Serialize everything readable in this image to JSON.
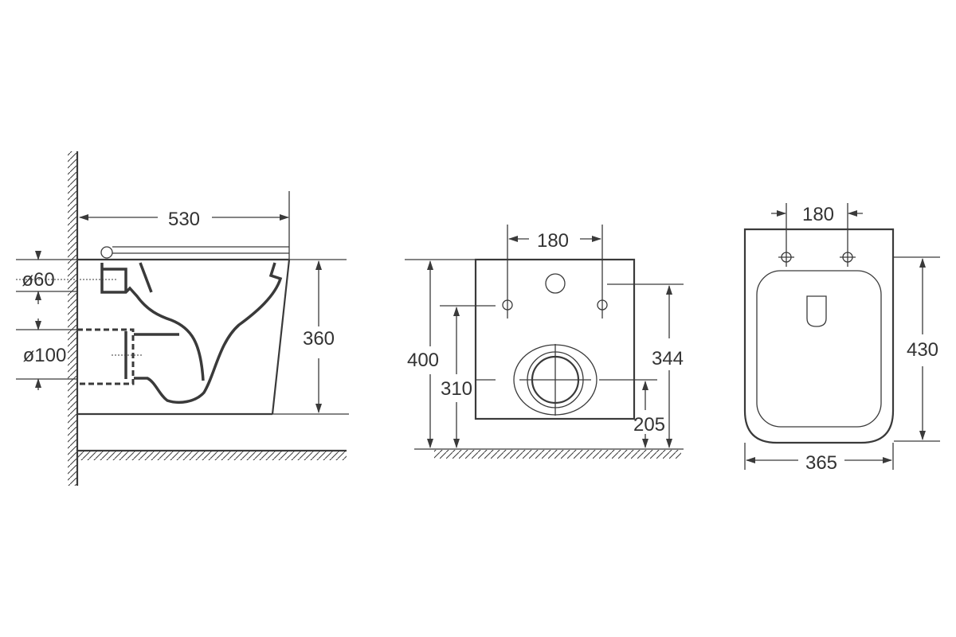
{
  "title": "Wall-hung toilet dimension drawing",
  "side_view": {
    "width_label": "530",
    "height_label": "360",
    "inlet_label": "ø60",
    "outlet_label": "ø100"
  },
  "rear_view": {
    "hole_spacing_label": "180",
    "total_height_label": "400",
    "bolt_height_label": "310",
    "inlet_height_label": "344",
    "outlet_height_label": "205"
  },
  "top_view": {
    "hole_spacing_label": "180",
    "length_label": "430",
    "width_label": "365"
  },
  "colors": {
    "line": "#3a3a3a",
    "background": "#ffffff"
  }
}
